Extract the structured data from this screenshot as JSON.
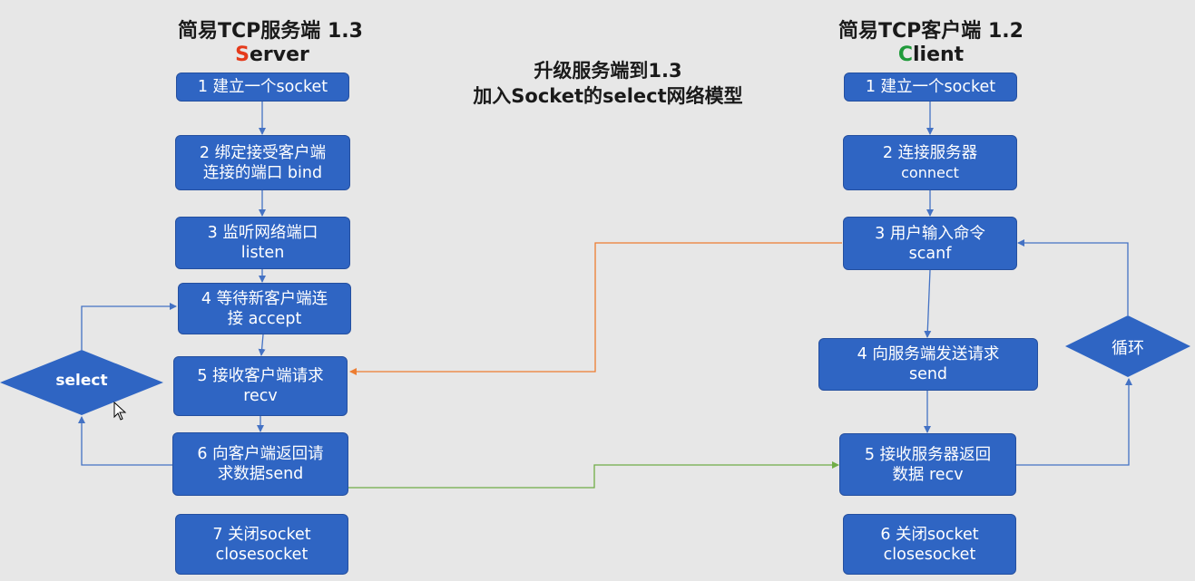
{
  "server": {
    "title": "简易TCP服务端 1.3",
    "subtitle_first": "S",
    "subtitle_rest": "erver",
    "steps": [
      {
        "l1": "1 建立一个socket",
        "l2": ""
      },
      {
        "l1": "2 绑定接受客户端",
        "l2": "连接的端口 bind"
      },
      {
        "l1": "3 监听网络端口",
        "l2": "listen"
      },
      {
        "l1": "4 等待新客户端连",
        "l2": "接 accept"
      },
      {
        "l1": "5 接收客户端请求",
        "l2": "recv"
      },
      {
        "l1": "6 向客户端返回请",
        "l2": "求数据send"
      },
      {
        "l1": "7 关闭socket",
        "l2": "closesocket"
      }
    ],
    "loop_label": "select"
  },
  "client": {
    "title": "简易TCP客户端 1.2",
    "subtitle_first": "C",
    "subtitle_rest": "lient",
    "steps": [
      {
        "l1": "1 建立一个socket",
        "l2": ""
      },
      {
        "l1": "2 连接服务器",
        "l2": "connect"
      },
      {
        "l1": "3 用户输入命令",
        "l2": "scanf"
      },
      {
        "l1": "4 向服务端发送请求",
        "l2": "send"
      },
      {
        "l1": "5 接收服务器返回",
        "l2": "数据 recv"
      },
      {
        "l1": "6 关闭socket",
        "l2": "closesocket"
      }
    ],
    "loop_label": "循环"
  },
  "center": {
    "line1": "升级服务端到1.3",
    "line2": "加入Socket的select网络模型"
  },
  "colors": {
    "box": "#2f65c3",
    "arrow": "#4472c4",
    "request_arrow": "#ed7d31",
    "response_arrow": "#70ad47"
  }
}
